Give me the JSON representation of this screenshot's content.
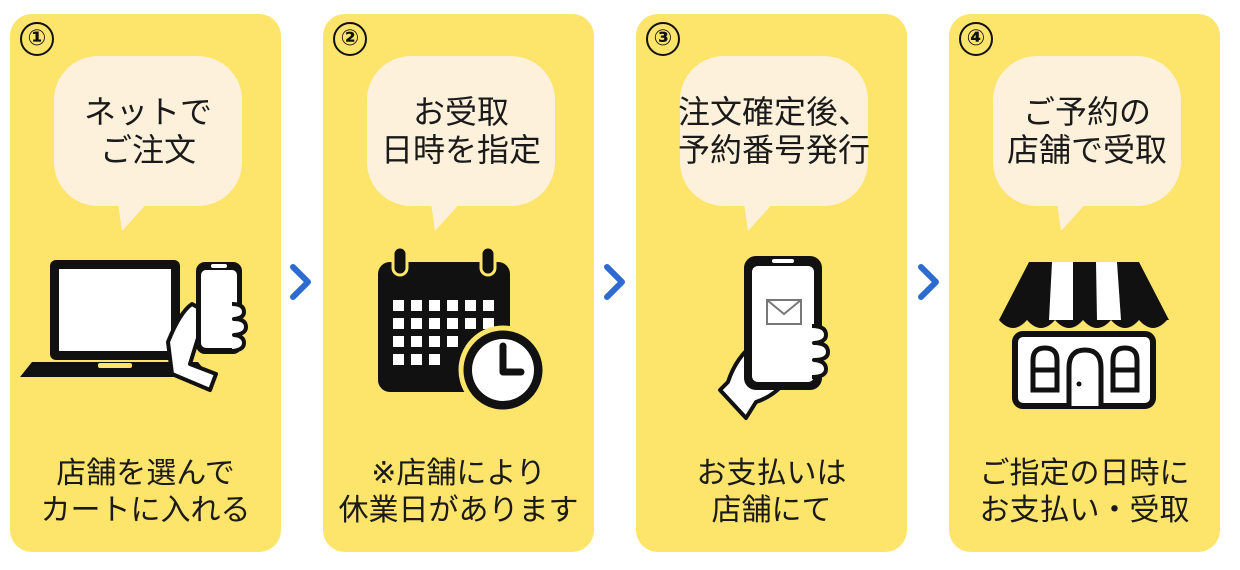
{
  "accent_color": "#fde46a",
  "bubble_color": "#fdf1db",
  "chevron_color": "#2d6bd0",
  "steps": [
    {
      "number": "①",
      "bubble": [
        "ネットで",
        "ご注文"
      ],
      "icon": "laptop-smartphone-icon",
      "caption": [
        "店舗を選んで",
        "カートに入れる"
      ]
    },
    {
      "number": "②",
      "bubble": [
        "お受取",
        "日時を指定"
      ],
      "icon": "calendar-clock-icon",
      "caption": [
        "※店舗により",
        "休業日があります"
      ]
    },
    {
      "number": "③",
      "bubble": [
        "注文確定後、",
        "予約番号発行"
      ],
      "icon": "smartphone-mail-icon",
      "caption": [
        "お支払いは",
        "店舗にて"
      ]
    },
    {
      "number": "④",
      "bubble": [
        "ご予約の",
        "店舗で受取"
      ],
      "icon": "storefront-icon",
      "caption": [
        "ご指定の日時に",
        "お支払い・受取"
      ]
    }
  ]
}
